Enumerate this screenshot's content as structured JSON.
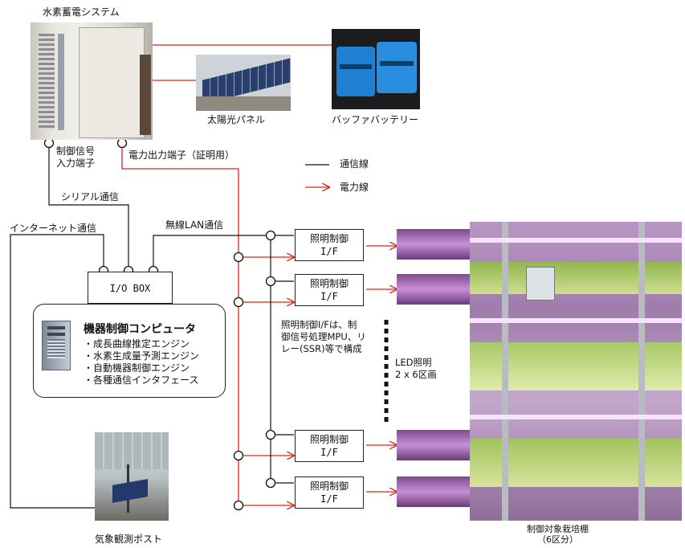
{
  "system_label": "水素蓄電システム",
  "solar_label": "太陽光パネル",
  "battery_label": "バッファバッテリー",
  "control_terminal": [
    "制御信号",
    "入力端子"
  ],
  "power_terminal": "電力出力端子（証明用）",
  "serial": "シリアル通信",
  "internet": "インターネット通信",
  "wlan": "無線LAN通信",
  "io_box": "I/O BOX",
  "legend": {
    "comm": "通信線",
    "power": "電力線"
  },
  "computer": {
    "title": "機器制御コンピュータ",
    "items": [
      "・成長曲線推定エンジン",
      "・水素生成量予測エンジン",
      "・自動機器制御エンジン",
      "・各種通信インタフェース"
    ]
  },
  "if_boxes": [
    {
      "line1": "照明制御",
      "line2": "I/F"
    },
    {
      "line1": "照明制御",
      "line2": "I/F"
    },
    {
      "line1": "照明制御",
      "line2": "I/F"
    },
    {
      "line1": "照明制御",
      "line2": "I/F"
    }
  ],
  "if_note": [
    "照明制御I/Fは、制",
    "御信号処理MPU、リ",
    "レー(SSR)等で構成"
  ],
  "led_note": [
    "LED照明",
    "2 x 6区画"
  ],
  "weather_label": "気象観測ポスト",
  "shelf_label": [
    "制御対象栽培棚",
    "（6区分）"
  ],
  "colors": {
    "power_line": "#d9261c",
    "comm_line": "#111111"
  }
}
